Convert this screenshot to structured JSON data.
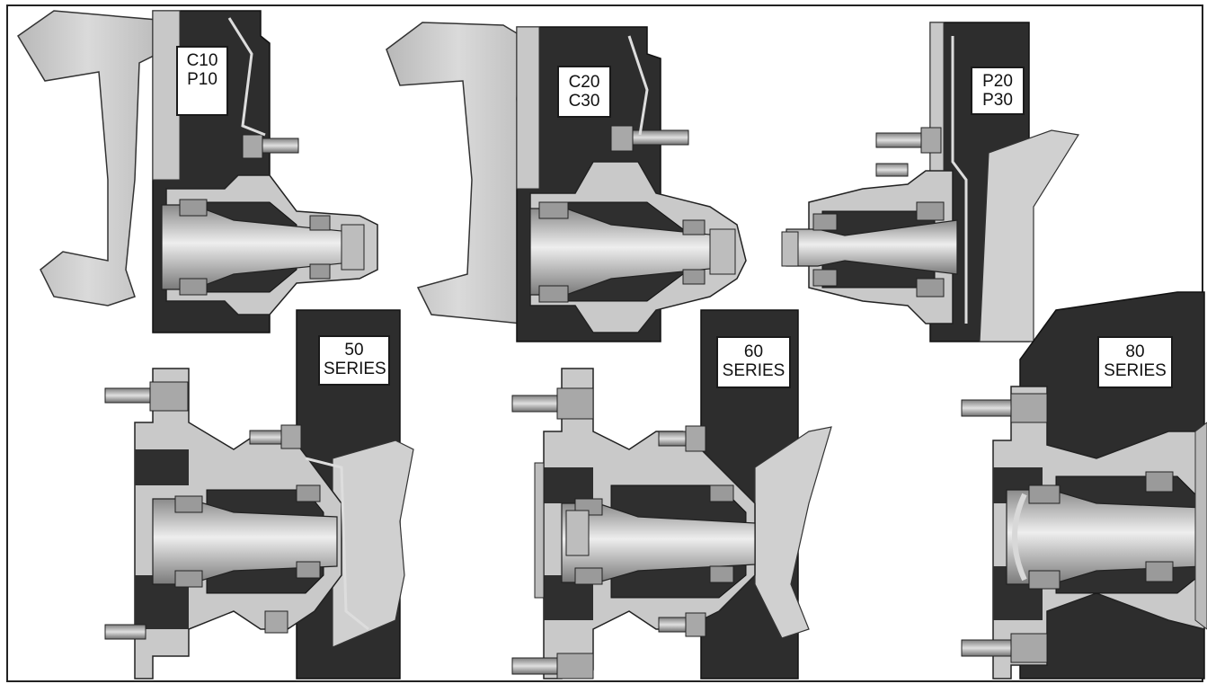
{
  "figure": {
    "title": "",
    "labels": [
      {
        "id": "c10-p10",
        "lines": [
          "C10",
          "P10"
        ]
      },
      {
        "id": "c20-c30",
        "lines": [
          "C20",
          "C30"
        ]
      },
      {
        "id": "p20-p30",
        "lines": [
          "P20",
          "P30"
        ]
      },
      {
        "id": "50-series",
        "lines": [
          "50",
          "SERIES"
        ]
      },
      {
        "id": "60-series",
        "lines": [
          "60",
          "SERIES"
        ]
      },
      {
        "id": "80-series",
        "lines": [
          "80",
          "SERIES"
        ]
      }
    ]
  },
  "colors": {
    "casting": "#c9c9c9",
    "dark": "#2f2f2f",
    "shaft": "#b5b5b5",
    "outline": "#111111",
    "bolt": "#9a9a9a"
  }
}
